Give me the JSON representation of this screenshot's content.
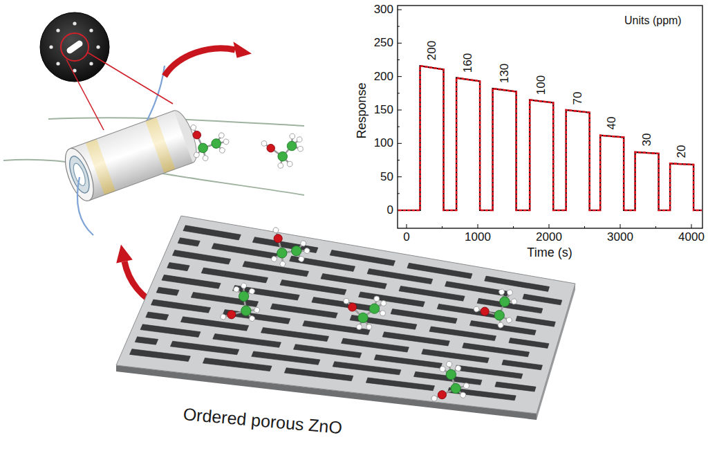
{
  "diagram": {
    "nodes": [
      {
        "text": [
          "Ordered porous ZnO"
        ]
      }
    ],
    "labels": [
      "300",
      "250",
      "200",
      "150",
      "100",
      "50",
      "0",
      "Response",
      "0",
      "1000",
      "2000",
      "3000",
      "4000",
      "Time (s)",
      "Units (ppm)",
      "200",
      "160",
      "130",
      "100",
      "70",
      "40",
      "30",
      "20"
    ]
  }
}
